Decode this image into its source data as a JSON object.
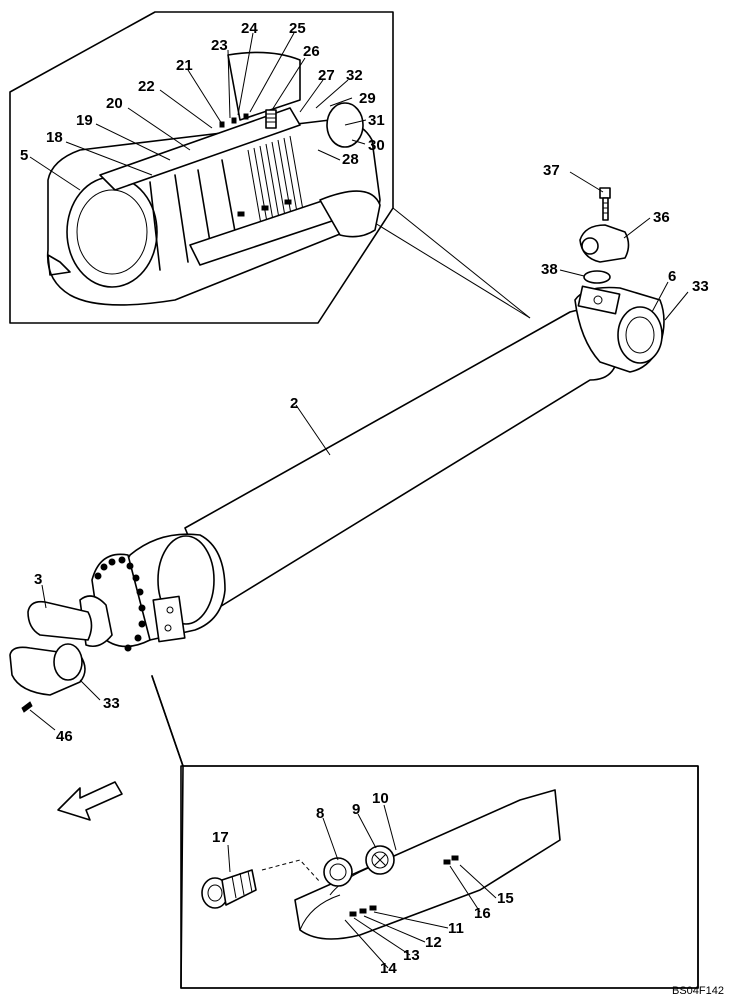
{
  "drawing_ref": "BS04F142",
  "part_labels": [
    {
      "id": "p24",
      "text": "24"
    },
    {
      "id": "p25",
      "text": "25"
    },
    {
      "id": "p23",
      "text": "23"
    },
    {
      "id": "p26",
      "text": "26"
    },
    {
      "id": "p21",
      "text": "21"
    },
    {
      "id": "p22",
      "text": "22"
    },
    {
      "id": "p27",
      "text": "27"
    },
    {
      "id": "p32",
      "text": "32"
    },
    {
      "id": "p29",
      "text": "29"
    },
    {
      "id": "p20",
      "text": "20"
    },
    {
      "id": "p19",
      "text": "19"
    },
    {
      "id": "p31",
      "text": "31"
    },
    {
      "id": "p18",
      "text": "18"
    },
    {
      "id": "p30",
      "text": "30"
    },
    {
      "id": "p5",
      "text": "5"
    },
    {
      "id": "p28",
      "text": "28"
    },
    {
      "id": "p37",
      "text": "37"
    },
    {
      "id": "p36",
      "text": "36"
    },
    {
      "id": "p38",
      "text": "38"
    },
    {
      "id": "p6",
      "text": "6"
    },
    {
      "id": "p33a",
      "text": "33"
    },
    {
      "id": "p2",
      "text": "2"
    },
    {
      "id": "p3",
      "text": "3"
    },
    {
      "id": "p33b",
      "text": "33"
    },
    {
      "id": "p46",
      "text": "46"
    },
    {
      "id": "p10",
      "text": "10"
    },
    {
      "id": "p8",
      "text": "8"
    },
    {
      "id": "p9",
      "text": "9"
    },
    {
      "id": "p17",
      "text": "17"
    },
    {
      "id": "p15",
      "text": "15"
    },
    {
      "id": "p16",
      "text": "16"
    },
    {
      "id": "p11",
      "text": "11"
    },
    {
      "id": "p12",
      "text": "12"
    },
    {
      "id": "p13",
      "text": "13"
    },
    {
      "id": "p14",
      "text": "14"
    }
  ]
}
